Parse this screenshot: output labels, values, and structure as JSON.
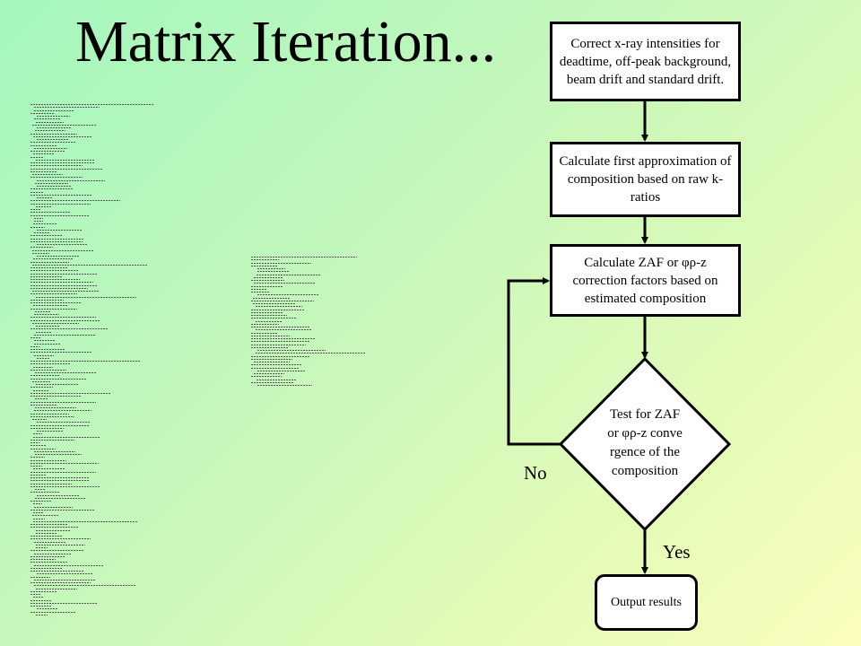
{
  "title": "Matrix Iteration...",
  "flowchart": {
    "step_1": "Correct x-ray intensities for deadtime, off-peak background, beam drift and standard drift.",
    "step_2": "Calculate first approximation of composition based on raw k-ratios",
    "step_3": "Calculate ZAF or φρ-z correction factors based on estimated composition",
    "decision": "Test for ZAF or φρ-z convergence of the composition",
    "output": "Output results",
    "label_no": "No",
    "label_yes": "Yes"
  }
}
